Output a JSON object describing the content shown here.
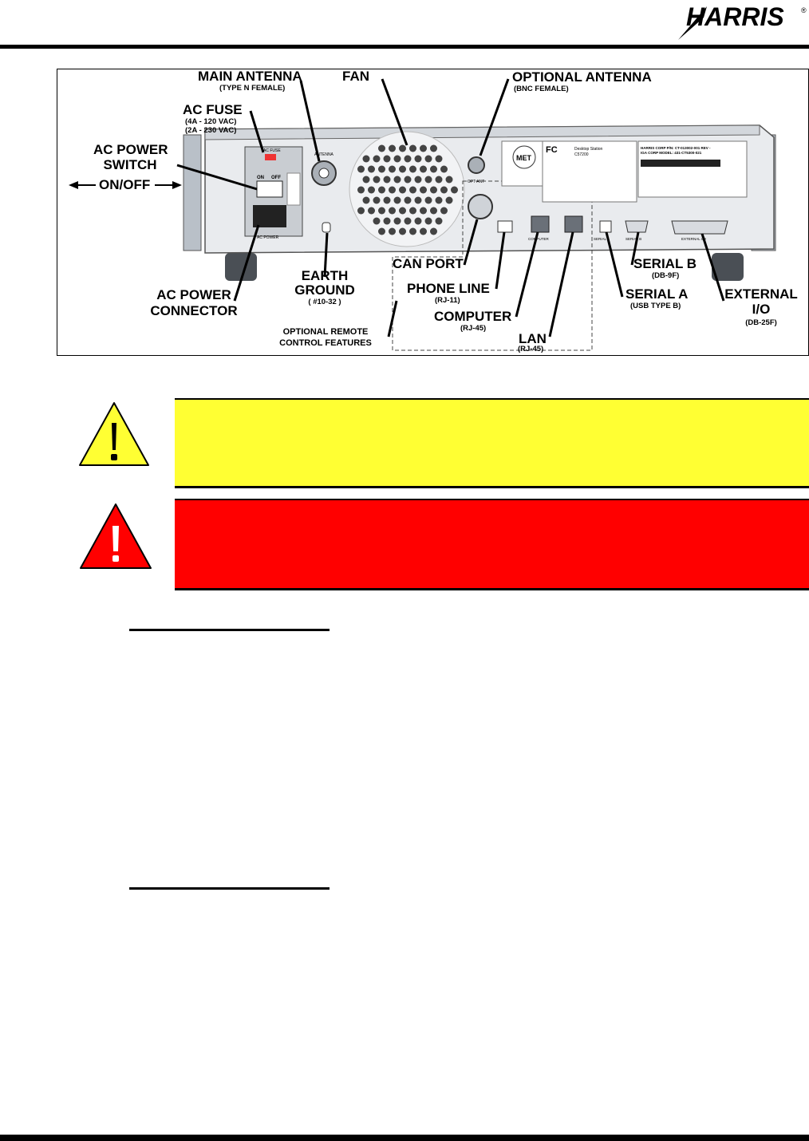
{
  "header": {
    "logo_text": "HARRIS"
  },
  "figure": {
    "callouts": {
      "main_antenna": "MAIN ANTENNA",
      "main_antenna_sub": "(TYPE N FEMALE)",
      "fan": "FAN",
      "optional_antenna": "OPTIONAL ANTENNA",
      "optional_antenna_sub": "(BNC FEMALE)",
      "ac_fuse": "AC  FUSE",
      "ac_fuse_sub1": "(4A - 120 VAC)",
      "ac_fuse_sub2": "(2A - 230 VAC)",
      "ac_power_switch_1": "AC POWER",
      "ac_power_switch_2": "SWITCH",
      "on_off": "ON/OFF",
      "ac_power_connector_1": "AC POWER",
      "ac_power_connector_2": "CONNECTOR",
      "earth_ground_1": "EARTH",
      "earth_ground_2": "GROUND",
      "earth_ground_sub": "( #10-32 )",
      "optional_remote_1": "OPTIONAL REMOTE",
      "optional_remote_2": "CONTROL FEATURES",
      "can_port": "CAN PORT",
      "phone_line": "PHONE LINE",
      "phone_line_sub": "(RJ-11)",
      "computer": "COMPUTER",
      "computer_sub": "(RJ-45)",
      "lan": "LAN",
      "lan_sub": "(RJ-45)",
      "serial_b": "SERIAL B",
      "serial_b_sub": "(DB-9F)",
      "serial_a": "SERIAL A",
      "serial_a_sub": "(USB TYPE B)",
      "external_io_1": "EXTERNAL",
      "external_io_2": "I/O",
      "external_io_sub": "(DB-25F)"
    },
    "panel_labels": {
      "ac_fuse": "AC FUSE",
      "on": "ON",
      "off": "OFF",
      "antenna": "ANTENNA",
      "ac_power": "AC POWER",
      "opt_ant": "OPT ANT",
      "met": "MET",
      "fc": "FC",
      "desktop_station": "Desktop Station",
      "model": "C57200",
      "harris_corp_pn": "HARRIS CORP P/N: CT-013002-001 REV -",
      "iga_corp_model": "IGA CORP MODEL: 431-CT5300-021",
      "computer": "COMPUTER",
      "serial_a": "SERIAL A",
      "serial_b": "SERIAL B",
      "external_io": "EXTERNAL I/O"
    }
  },
  "colors": {
    "caution_fill": "#ffff33",
    "warning_fill": "#ff0000"
  }
}
